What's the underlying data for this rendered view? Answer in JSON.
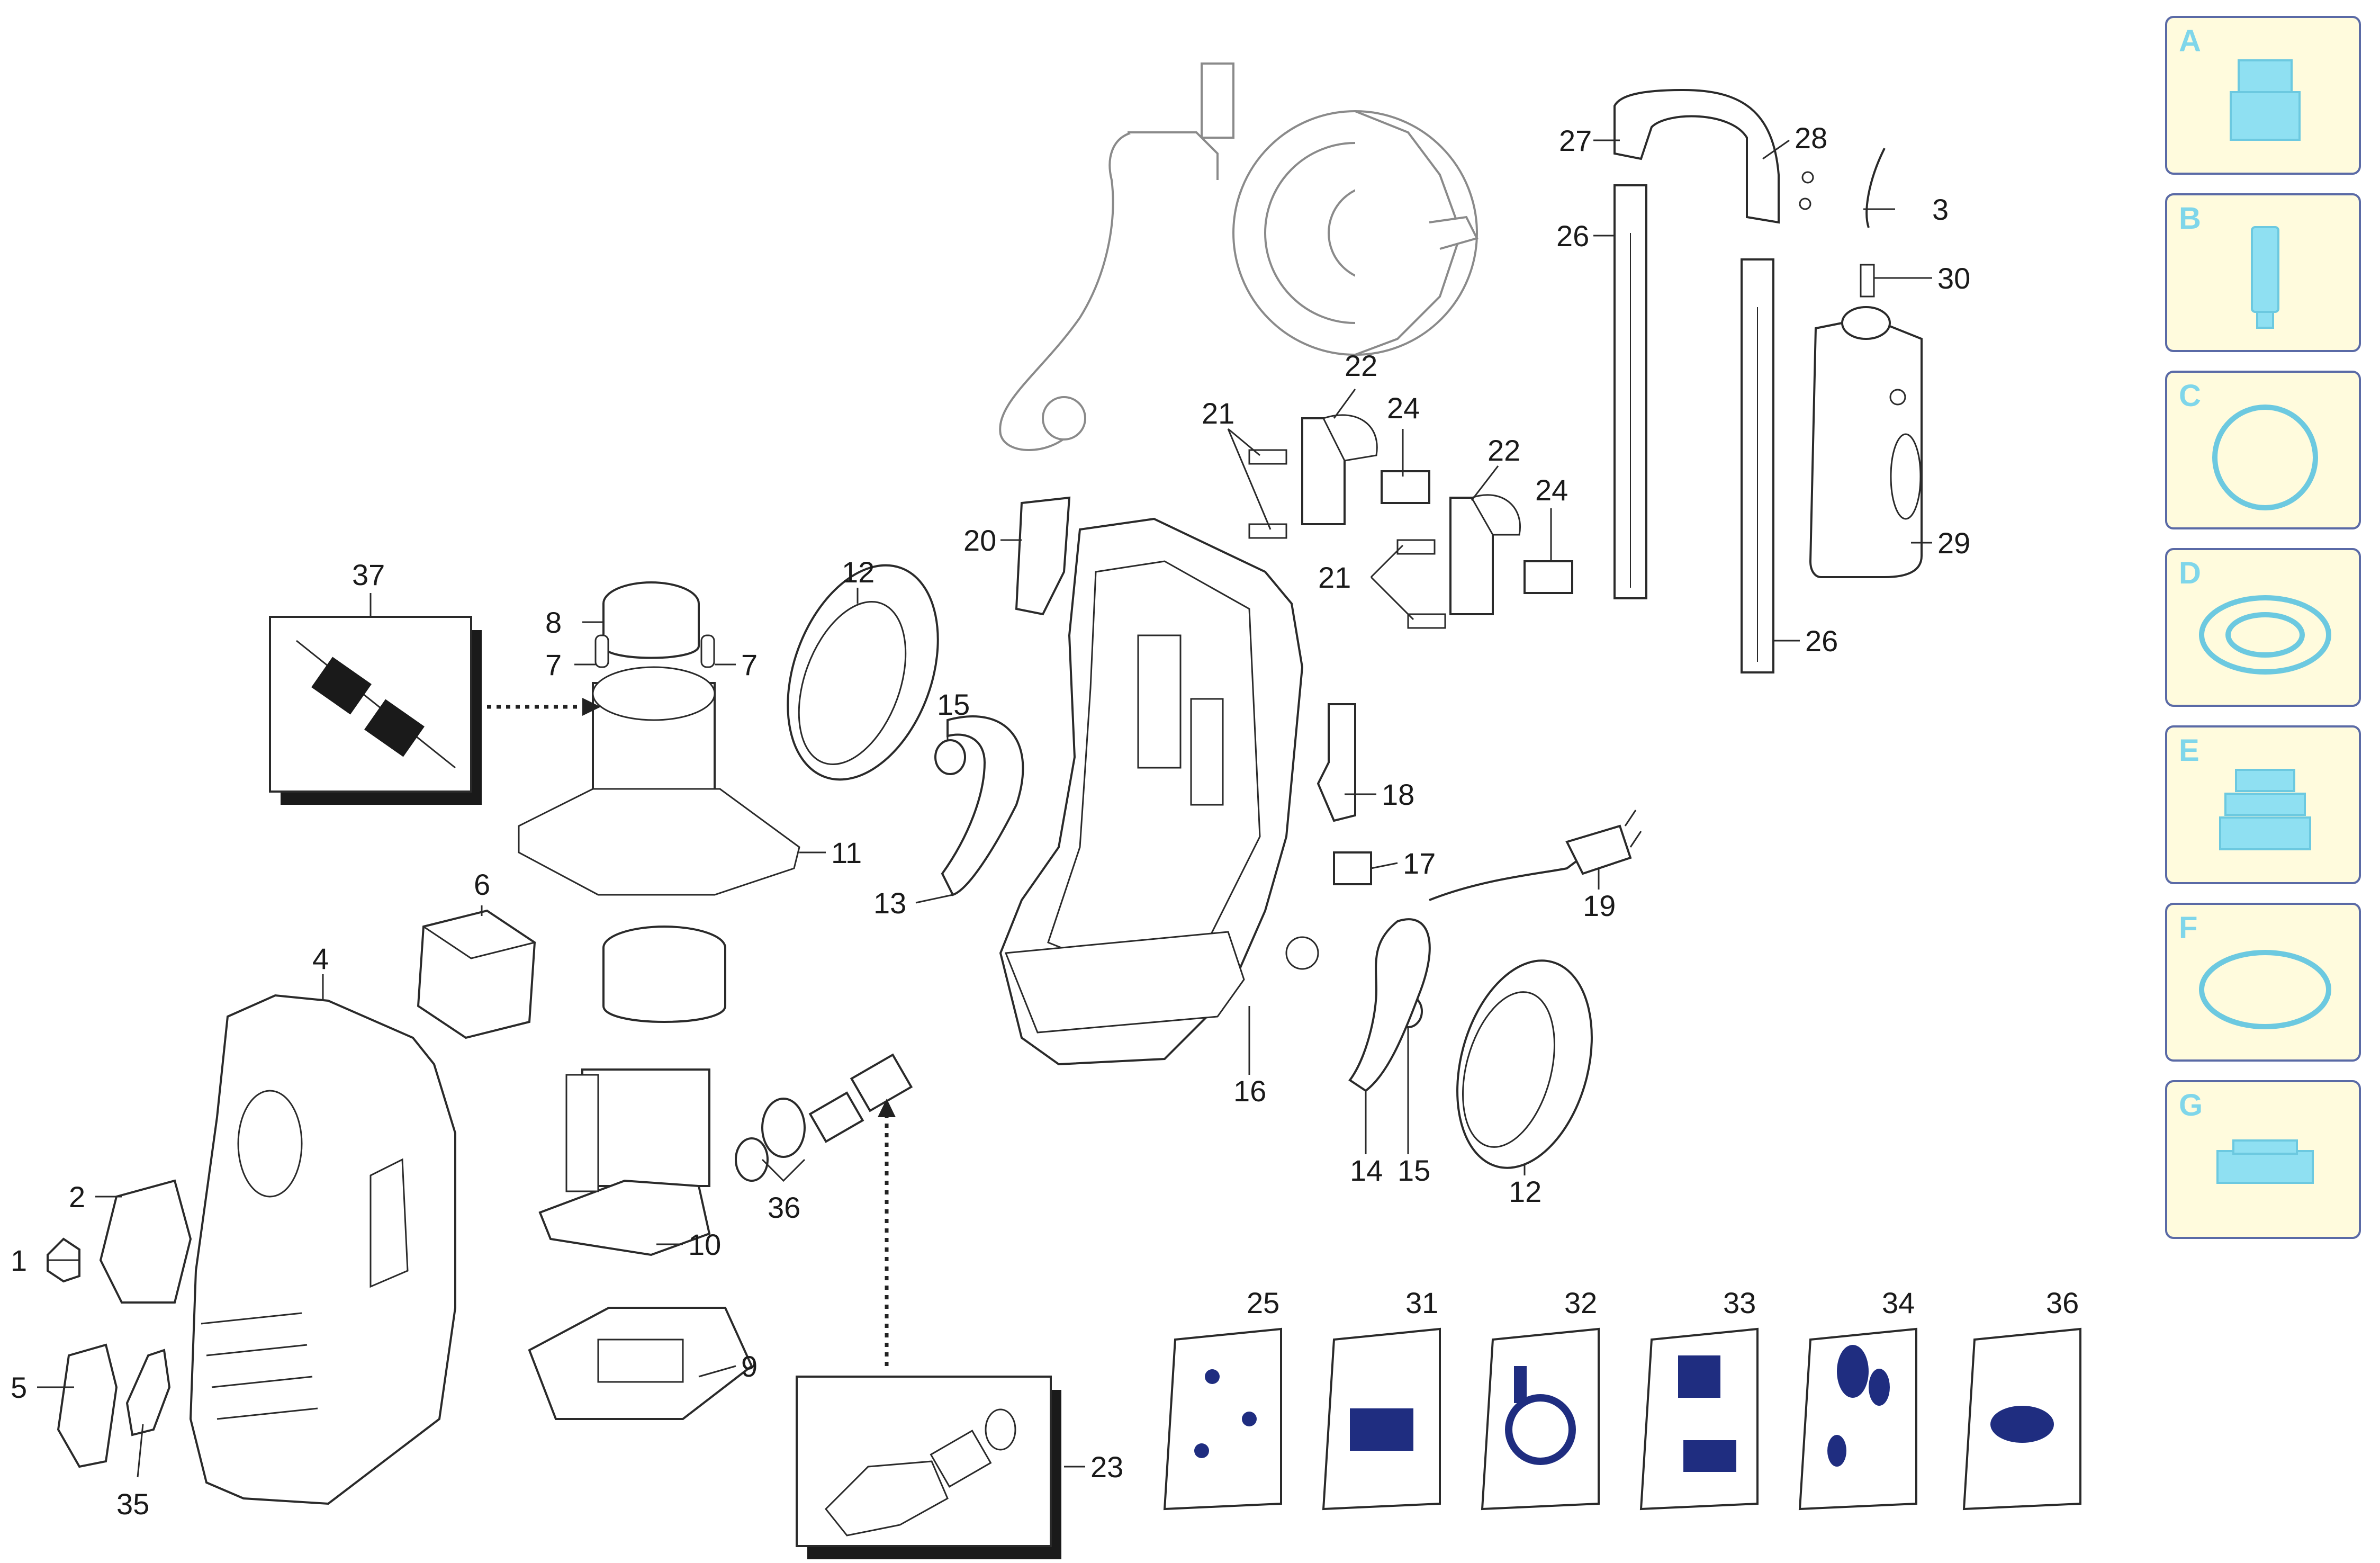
{
  "diagram": {
    "callouts": [
      {
        "id": "1",
        "text": "1"
      },
      {
        "id": "2",
        "text": "2"
      },
      {
        "id": "3",
        "text": "3"
      },
      {
        "id": "4",
        "text": "4"
      },
      {
        "id": "5",
        "text": "5"
      },
      {
        "id": "6",
        "text": "6"
      },
      {
        "id": "7a",
        "text": "7"
      },
      {
        "id": "7b",
        "text": "7"
      },
      {
        "id": "8",
        "text": "8"
      },
      {
        "id": "9",
        "text": "9"
      },
      {
        "id": "10",
        "text": "10"
      },
      {
        "id": "11",
        "text": "11"
      },
      {
        "id": "12a",
        "text": "12"
      },
      {
        "id": "12b",
        "text": "12"
      },
      {
        "id": "13",
        "text": "13"
      },
      {
        "id": "14",
        "text": "14"
      },
      {
        "id": "15a",
        "text": "15"
      },
      {
        "id": "15b",
        "text": "15"
      },
      {
        "id": "16",
        "text": "16"
      },
      {
        "id": "17",
        "text": "17"
      },
      {
        "id": "18",
        "text": "18"
      },
      {
        "id": "19",
        "text": "19"
      },
      {
        "id": "20",
        "text": "20"
      },
      {
        "id": "21a",
        "text": "21"
      },
      {
        "id": "21b",
        "text": "21"
      },
      {
        "id": "22a",
        "text": "22"
      },
      {
        "id": "22b",
        "text": "22"
      },
      {
        "id": "23",
        "text": "23"
      },
      {
        "id": "24a",
        "text": "24"
      },
      {
        "id": "24b",
        "text": "24"
      },
      {
        "id": "26a",
        "text": "26"
      },
      {
        "id": "26b",
        "text": "26"
      },
      {
        "id": "27",
        "text": "27"
      },
      {
        "id": "28",
        "text": "28"
      },
      {
        "id": "29",
        "text": "29"
      },
      {
        "id": "30",
        "text": "30"
      },
      {
        "id": "35",
        "text": "35"
      },
      {
        "id": "36a",
        "text": "36"
      },
      {
        "id": "37",
        "text": "37"
      },
      {
        "id": "25",
        "text": "25"
      },
      {
        "id": "31",
        "text": "31"
      },
      {
        "id": "32",
        "text": "32"
      },
      {
        "id": "33",
        "text": "33"
      },
      {
        "id": "34",
        "text": "34"
      },
      {
        "id": "36b",
        "text": "36"
      }
    ]
  },
  "sidebar": {
    "tiles": [
      {
        "letter": "A",
        "icon": "connector-icon"
      },
      {
        "letter": "B",
        "icon": "cylinder-pin-icon"
      },
      {
        "letter": "C",
        "icon": "flange-gasket-icon"
      },
      {
        "letter": "D",
        "icon": "seal-ring-icon"
      },
      {
        "letter": "E",
        "icon": "bellows-icon"
      },
      {
        "letter": "F",
        "icon": "o-ring-icon"
      },
      {
        "letter": "G",
        "icon": "flat-seal-icon"
      }
    ],
    "colors": {
      "tile_bg": "#fffbdd",
      "tile_border": "#5a6aa6",
      "icon": "#8fe0f2"
    }
  }
}
